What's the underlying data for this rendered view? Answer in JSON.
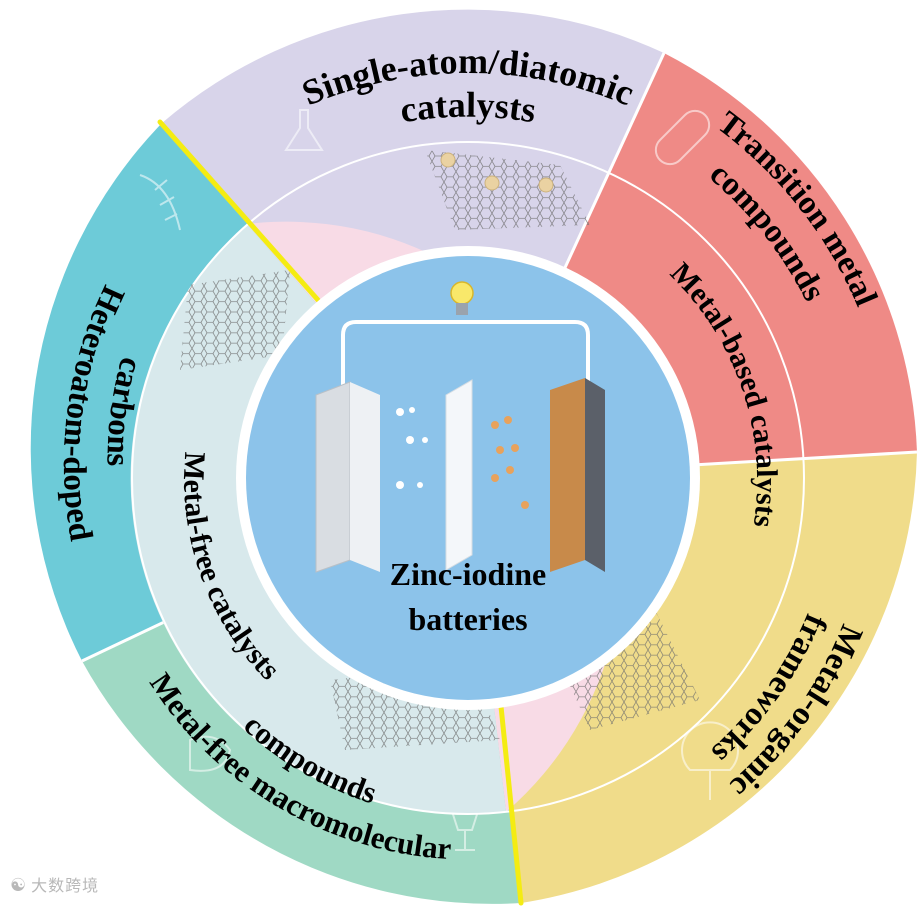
{
  "center": {
    "title_line1": "Zinc-iodine",
    "title_line2": "batteries"
  },
  "middle_ring": {
    "left_label": "Metal-free catalysts",
    "right_label": "Metal-based catalysts"
  },
  "outer_ring": {
    "top": {
      "line1": "Single-atom/diatomic",
      "line2": "catalysts"
    },
    "top_right": {
      "line1": "Transition metal",
      "line2": "compounds"
    },
    "bottom_right": {
      "line1": "Metal-organic",
      "line2": "frameworks"
    },
    "bottom": {
      "line1": "Metal-free macromolecular",
      "line2": "compounds"
    },
    "left": {
      "line1": "Heteroatom-doped",
      "line2": "carbons"
    }
  },
  "watermark": {
    "text": "大数跨境"
  },
  "colors": {
    "outer_top": "#d8d4ea",
    "outer_top_right": "#ef8a86",
    "outer_bottom_right": "#f0dc8a",
    "outer_bottom": "#9fd9c4",
    "outer_left": "#6dcbd8",
    "middle_left": "#d8e9ec",
    "middle_right": "#f8dbe6",
    "center": "#8cc3ea",
    "divider": "#f4ec12"
  }
}
